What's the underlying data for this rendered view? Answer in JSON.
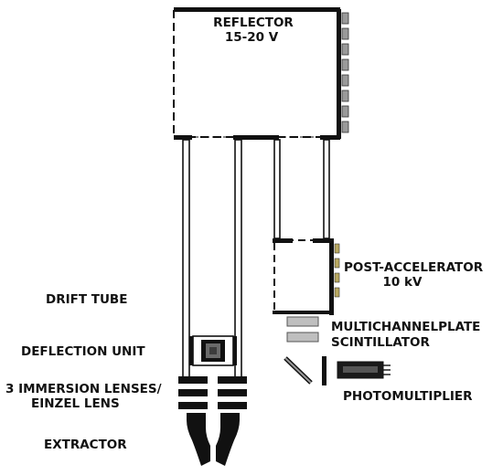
{
  "labels": {
    "reflector": "REFLECTOR",
    "reflector_voltage": "15-20 V",
    "post_accelerator": "POST-ACCELERATOR",
    "post_accelerator_voltage": "10 kV",
    "drift_tube": "DRIFT TUBE",
    "deflection_unit": "DEFLECTION UNIT",
    "immersion_lenses_1": "3 IMMERSION LENSES/",
    "immersion_lenses_2": "EINZEL LENS",
    "extractor": "EXTRACTOR",
    "multichannelplate": "MULTICHANNELPLATE",
    "scintillator": "SCINTILLATOR",
    "photomultiplier": "PHOTOMULTIPLIER"
  },
  "colors": {
    "line": "#111111",
    "electrode": "#6a6a6a",
    "electrode_dark": "#3c3c3c",
    "ring": "#9a9a9a",
    "plate": "#bfbfbf",
    "background": "#ffffff"
  }
}
